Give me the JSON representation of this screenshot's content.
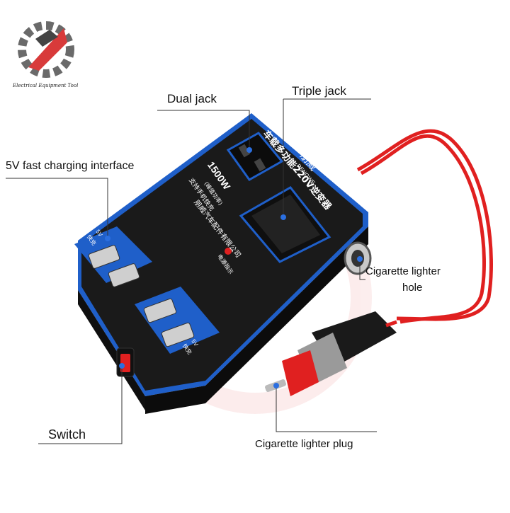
{
  "logo": {
    "text": "Electrical Equipment Tool"
  },
  "labels": {
    "dual_jack": "Dual jack",
    "triple_jack": "Triple jack",
    "fast_charge": "5V fast charging interface",
    "cigarette_hole_line1": "Cigarette lighter",
    "cigarette_hole_line2": "hole",
    "switch": "Switch",
    "cigarette_plug": "Cigarette lighter plug"
  },
  "device": {
    "brand_cn": "朋威",
    "brand_en": "PENGWE",
    "title_cn": "车载多功能220V逆变器",
    "power": "1500W",
    "power_sub": "(峰值功率)",
    "support_text": "支持手机快充",
    "company": "朋威汽车配件有限公司",
    "usb_label_cn": "快充",
    "usb_label_v": "5V",
    "indicator": "电源指示"
  },
  "colors": {
    "accent": "#1f5fc9",
    "cable": "#e02020",
    "body": "#161616",
    "pointer": "#2b6fe0"
  }
}
